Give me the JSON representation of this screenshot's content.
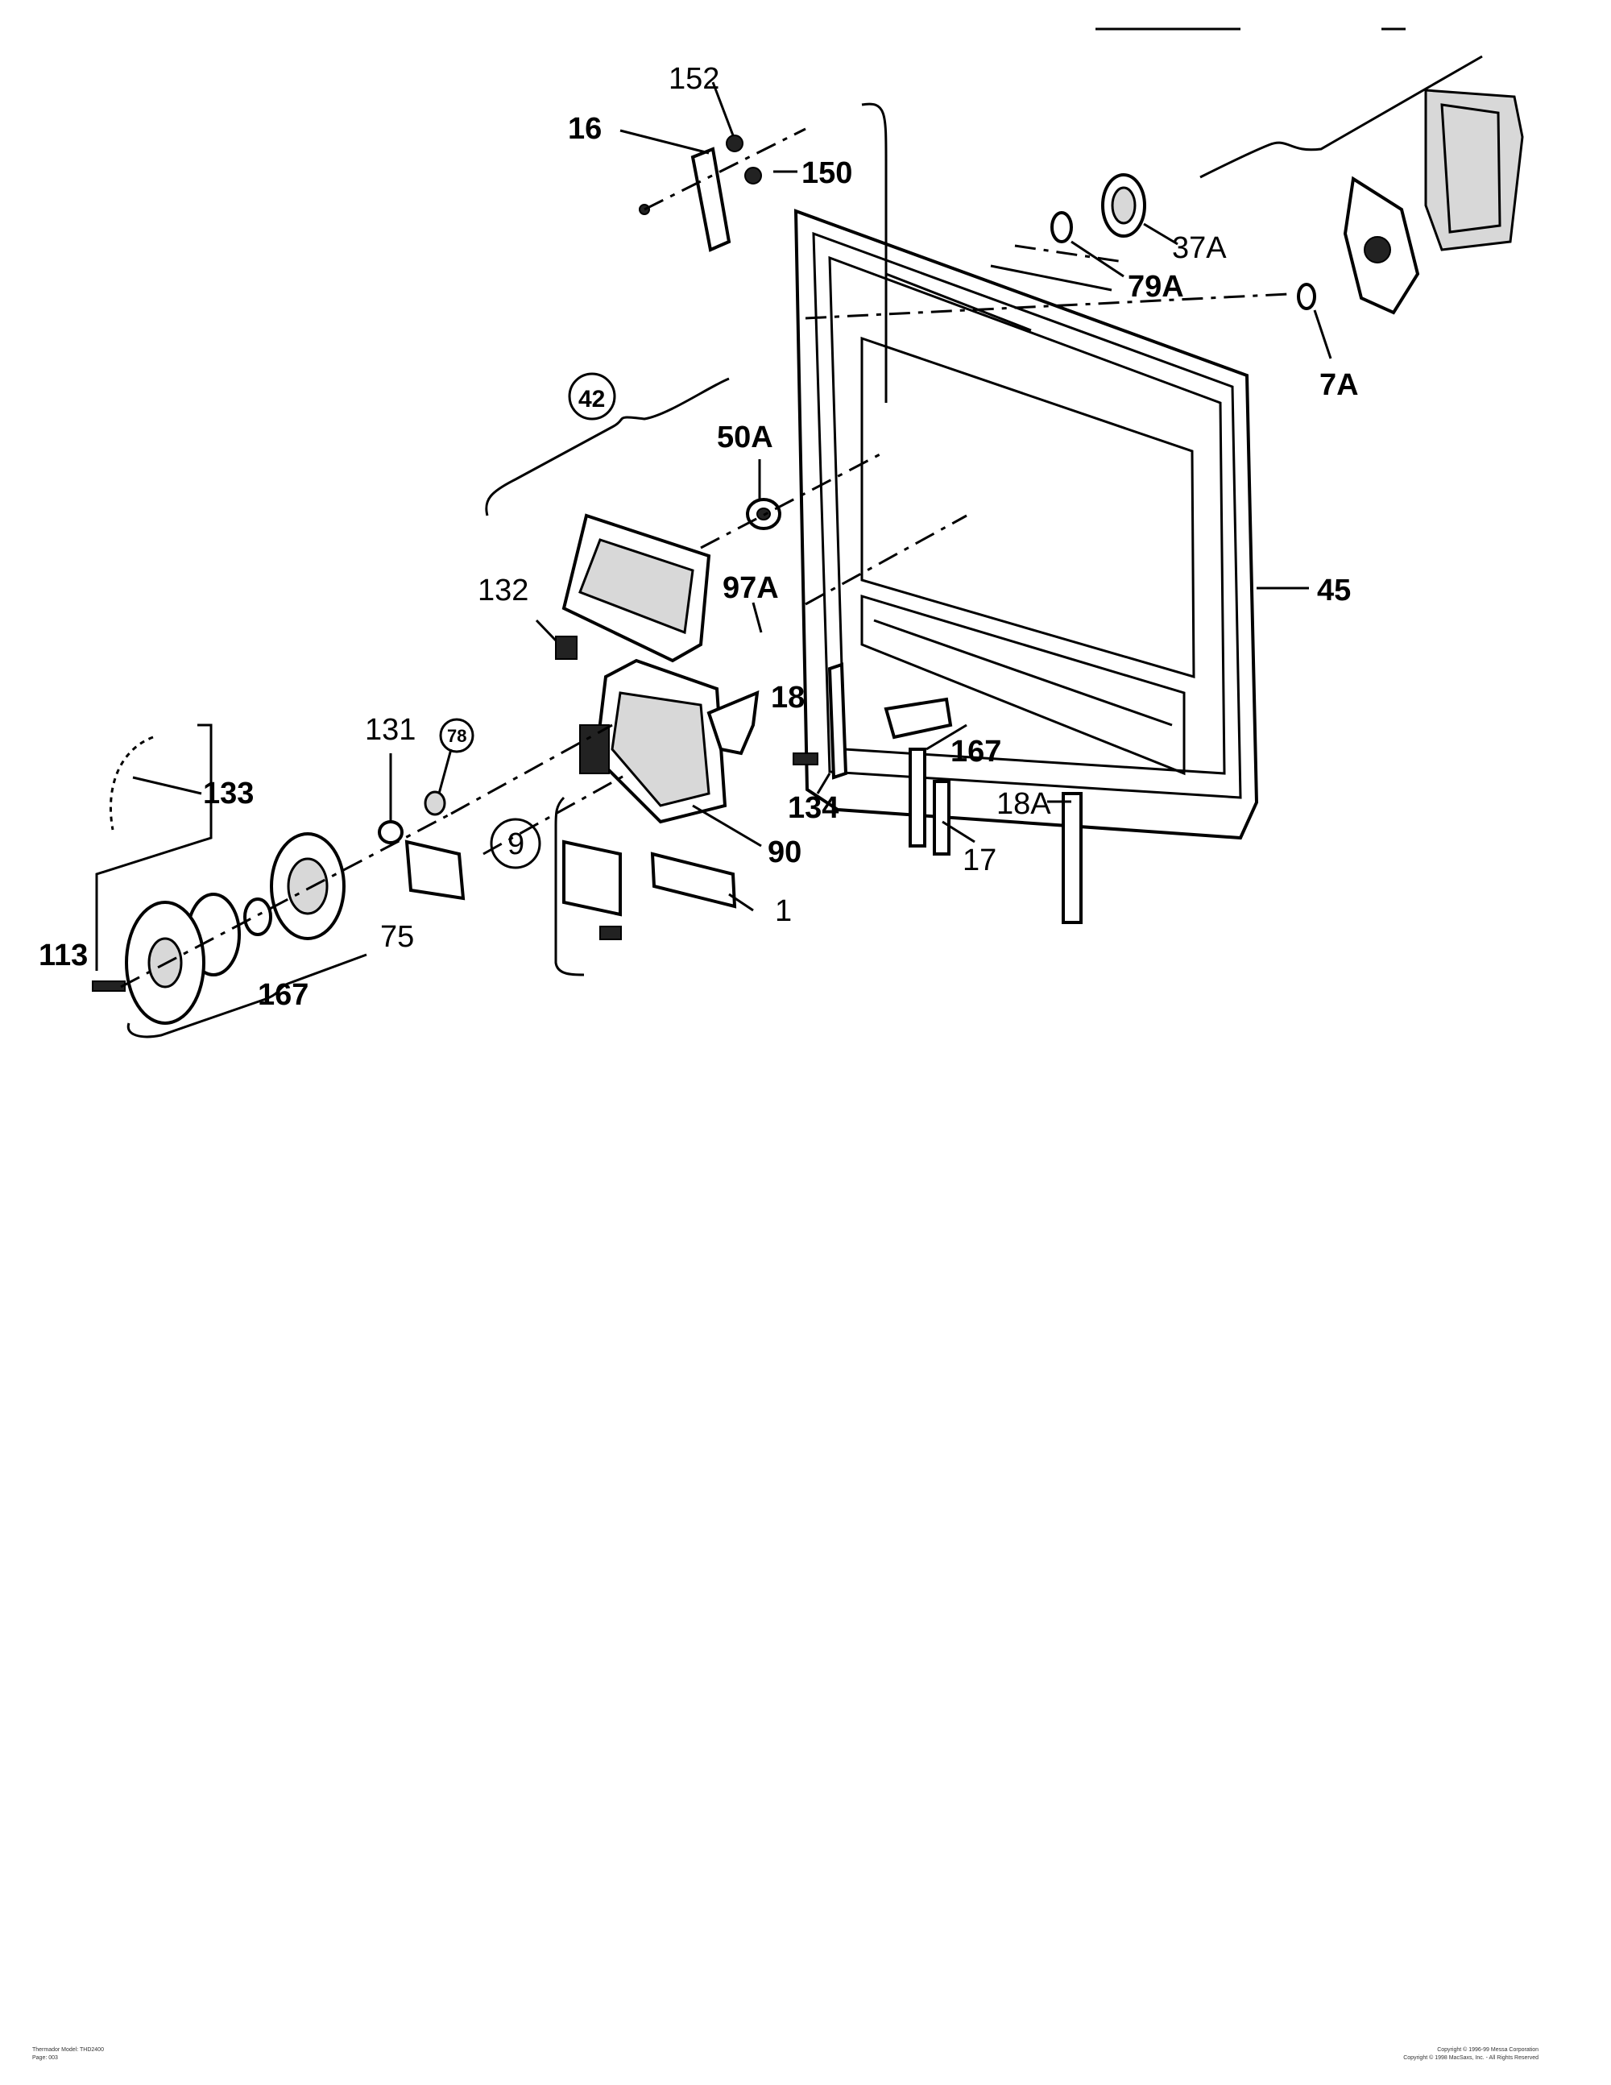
{
  "labels": {
    "l152": "152",
    "l16": "16",
    "l150": "150",
    "l37a": "37A",
    "l79a": "79A",
    "l7a": "7A",
    "l42": "42",
    "l50a": "50A",
    "l45": "45",
    "l132": "132",
    "l97a": "97A",
    "l18": "18",
    "l167r": "167",
    "l134": "134",
    "l18a": "18A",
    "l17": "17",
    "l131": "131",
    "l78": "78",
    "l133": "133",
    "l9": "9",
    "l90": "90",
    "l1": "1",
    "l75": "75",
    "l113": "113",
    "l167l": "167"
  },
  "footer": {
    "left_line1": "Thermador Model: THD2400",
    "left_line2": "Page: 003",
    "right_line1": "Copyright © 1996-99 Messa Corporation",
    "right_line2": "Copyright © 1998 MacSaxs, Inc. - All Rights Reserved"
  }
}
